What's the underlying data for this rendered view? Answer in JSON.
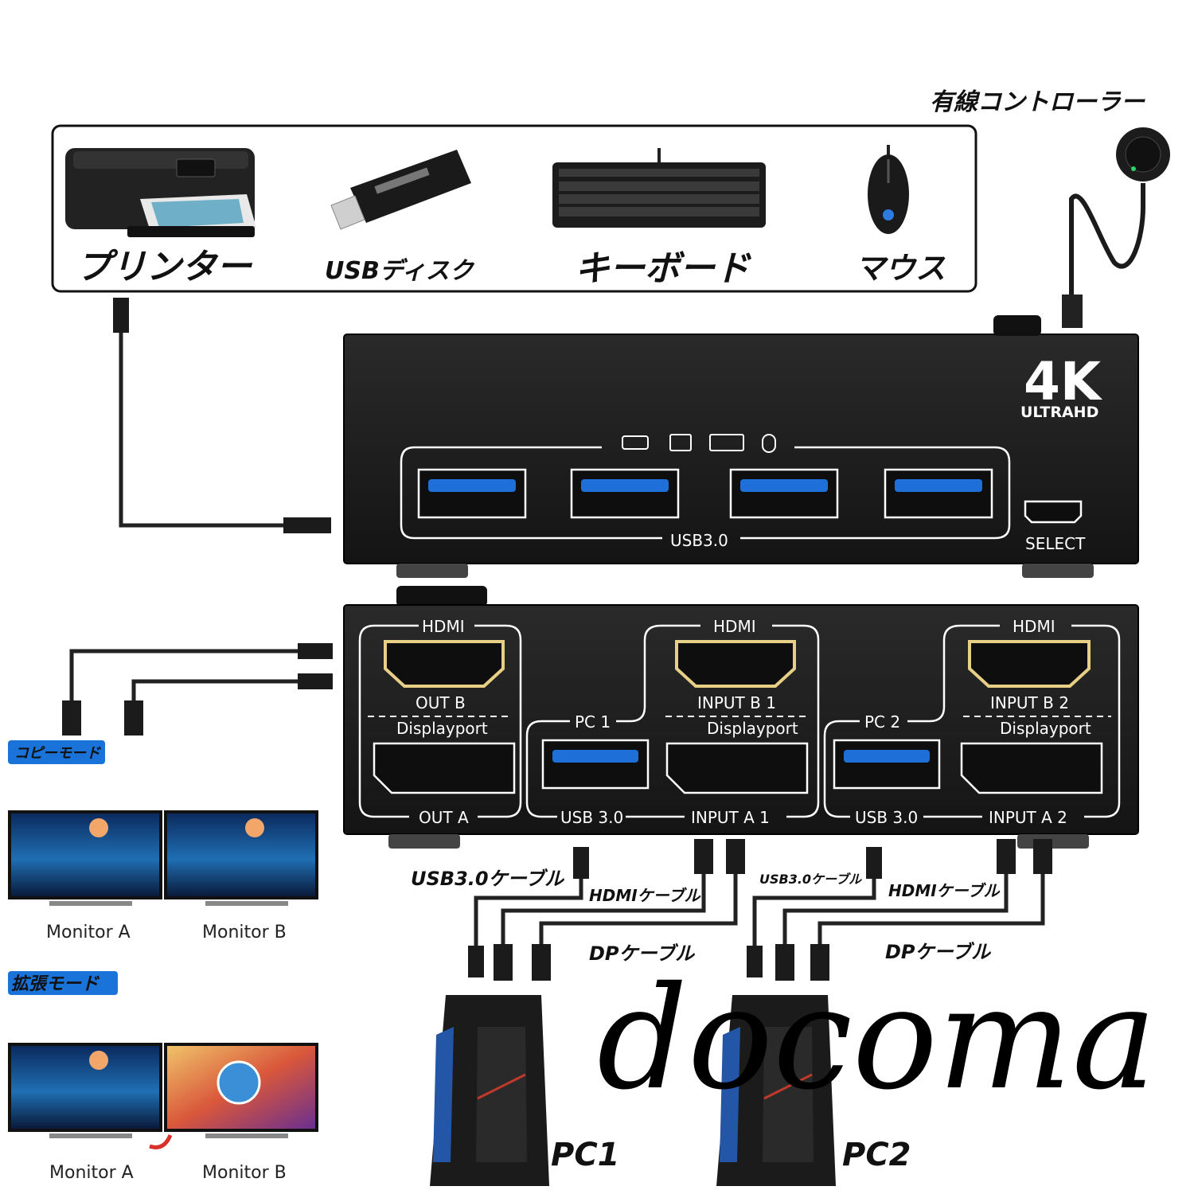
{
  "devices": {
    "printer": "プリンター",
    "usb_disk": "USBディスク",
    "keyboard": "キーボード",
    "mouse": "マウス",
    "controller": "有線コントローラー"
  },
  "kvm_front": {
    "brand_big": "4K",
    "brand_small": "ULTRAHD",
    "usb_label": "USB3.0",
    "select_label": "SELECT"
  },
  "kvm_back": {
    "hdmi": "HDMI",
    "displayport": "Displayport",
    "out_b": "OUT B",
    "out_a": "OUT A",
    "pc1": "PC 1",
    "pc2": "PC 2",
    "input_b1": "INPUT B 1",
    "input_b2": "INPUT B 2",
    "input_a1": "INPUT A 1",
    "input_a2": "INPUT A 2",
    "usb30": "USB 3.0"
  },
  "modes": {
    "copy": "コピーモード",
    "extend": "拡張モード",
    "monitor_a": "Monitor A",
    "monitor_b": "Monitor B"
  },
  "cables": {
    "usb_cable_1": "USB3.0ケーブル",
    "hdmi_cable_1": "HDMIケーブル",
    "dp_cable_1": "DPケーブル",
    "usb_cable_2": "USB3.0ケーブル",
    "hdmi_cable_2": "HDMIケーブル",
    "dp_cable_2": "DPケーブル"
  },
  "pcs": {
    "pc1": "PC1",
    "pc2": "PC2"
  },
  "watermark": "docoma",
  "colors": {
    "usb_blue": "#1f6fd8",
    "hdmi_gold": "#e8cf86",
    "badge_blue": "#1a73d9",
    "device_black": "#1b1b1b"
  }
}
